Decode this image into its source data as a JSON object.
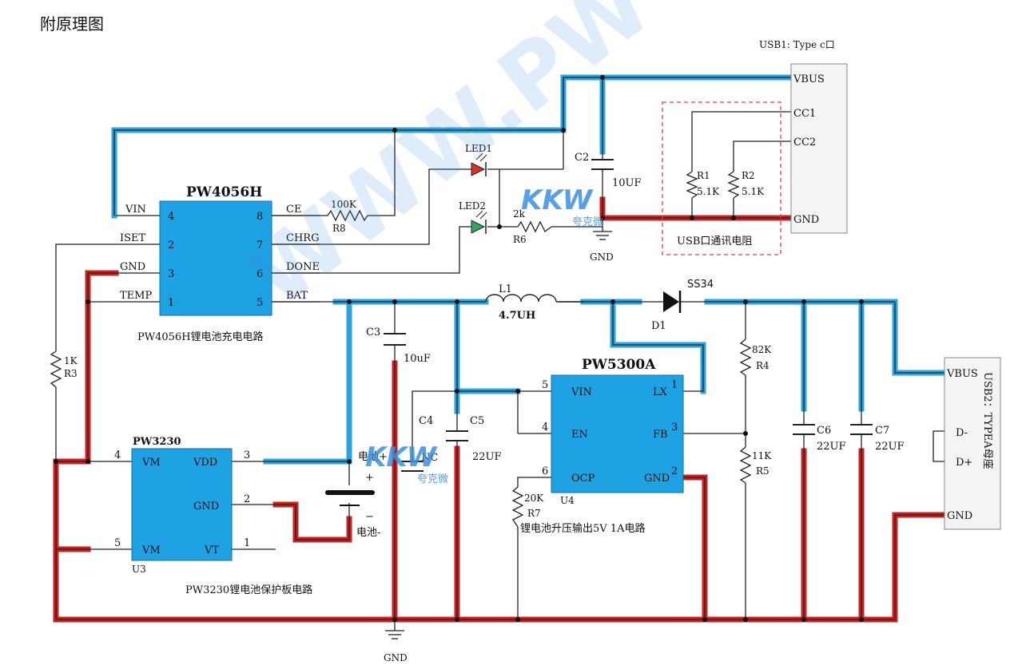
{
  "title": "附原理图",
  "colors": {
    "blue_net": "#2aa3df",
    "red_net": "#cc1f1f",
    "chip_fill": "#1fa2e3",
    "dashed_box": "#e33c3c",
    "watermark": "#3d8fe0"
  },
  "watermark": {
    "text": "WWW.PW",
    "logo": "KKW",
    "logo_sub": "夸克微"
  },
  "ic_pw4056": {
    "name": "PW4056H",
    "left_pins": [
      {
        "label": "VIN",
        "num": "4"
      },
      {
        "label": "ISET",
        "num": "2"
      },
      {
        "label": "GND",
        "num": "3"
      },
      {
        "label": "TEMP",
        "num": "1"
      }
    ],
    "right_pins": [
      {
        "label": "CE",
        "num": "8"
      },
      {
        "label": "CHRG",
        "num": "7"
      },
      {
        "label": "DONE",
        "num": "6"
      },
      {
        "label": "BAT",
        "num": "5"
      }
    ],
    "caption": "PW4056H锂电池充电电路"
  },
  "ic_pw3230": {
    "name": "PW3230",
    "ref": "U3",
    "left_pins": [
      {
        "label": "VM",
        "num": "4"
      },
      {
        "label": "VM",
        "num": "5"
      }
    ],
    "right_pins": [
      {
        "label": "VDD",
        "num": "3"
      },
      {
        "label": "GND",
        "num": "2"
      },
      {
        "label": "VT",
        "num": "1"
      }
    ],
    "caption": "PW3230锂电池保护板电路"
  },
  "ic_pw5300": {
    "name": "PW5300A",
    "ref": "U4",
    "left_pins": [
      {
        "label": "VIN",
        "num": "5"
      },
      {
        "label": "EN",
        "num": "4"
      },
      {
        "label": "OCP",
        "num": "6"
      }
    ],
    "right_pins": [
      {
        "label": "LX",
        "num": "1"
      },
      {
        "label": "FB",
        "num": "3"
      },
      {
        "label": "GND",
        "num": "2"
      }
    ],
    "caption": "锂电池升压输出5V 1A电路"
  },
  "usb1": {
    "title": "USB1: Type c口",
    "pins": [
      "VBUS",
      "CC1",
      "CC2",
      "GND"
    ],
    "box_label": "USB口通讯电阻"
  },
  "usb2": {
    "title": "USB2：TYPEA母座",
    "pins": [
      "VBUS",
      "D-",
      "D+",
      "GND"
    ]
  },
  "components": {
    "r8": {
      "ref": "R8",
      "value": "100K"
    },
    "r6": {
      "ref": "R6",
      "value": "2k"
    },
    "r3": {
      "ref": "R3",
      "value": "1K"
    },
    "r1": {
      "ref": "R1",
      "value": "5.1K"
    },
    "r2": {
      "ref": "R2",
      "value": "5.1K"
    },
    "r4": {
      "ref": "R4",
      "value": "82K"
    },
    "r5": {
      "ref": "R5",
      "value": "11K"
    },
    "r7": {
      "ref": "R7",
      "value": "20K"
    },
    "c2": {
      "ref": "C2",
      "value": "10UF"
    },
    "c3": {
      "ref": "C3",
      "value": "10uF"
    },
    "c4": {
      "ref": "C4",
      "value": "NC"
    },
    "c5": {
      "ref": "C5",
      "value": "22UF"
    },
    "c6": {
      "ref": "C6",
      "value": "22UF"
    },
    "c7": {
      "ref": "C7",
      "value": "22UF"
    },
    "l1": {
      "ref": "L1",
      "value": "4.7UH"
    },
    "d1": {
      "ref": "D1",
      "value": "SS34"
    },
    "led1": {
      "ref": "LED1"
    },
    "led2": {
      "ref": "LED2"
    },
    "battery": {
      "plus_label": "电池+",
      "minus_label": "电池-",
      "plus": "+",
      "minus": "−"
    }
  },
  "gnd_labels": [
    "GND",
    "GND"
  ]
}
